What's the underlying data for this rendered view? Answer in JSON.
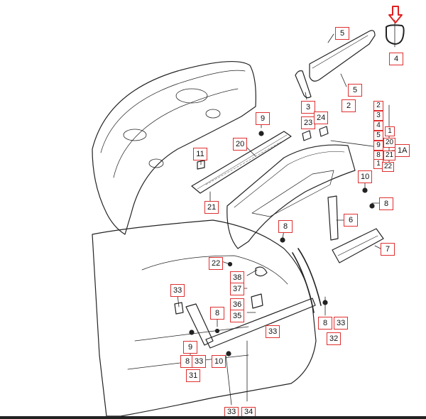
{
  "diagram": {
    "marker_color": "#e02020",
    "callout_border_color": "#e03030",
    "line_color": "#222222",
    "callouts": [
      {
        "id": "c-4",
        "label": "4"
      },
      {
        "id": "c-5a",
        "label": "5"
      },
      {
        "id": "c-5b",
        "label": "5"
      },
      {
        "id": "c-3a",
        "label": "3"
      },
      {
        "id": "c-2a",
        "label": "2"
      },
      {
        "id": "c-9a",
        "label": "9"
      },
      {
        "id": "c-20a",
        "label": "20"
      },
      {
        "id": "c-23",
        "label": "23"
      },
      {
        "id": "c-24",
        "label": "24"
      },
      {
        "id": "c-11a",
        "label": "11"
      },
      {
        "id": "c-21a",
        "label": "21"
      },
      {
        "id": "c-10a",
        "label": "10"
      },
      {
        "id": "c-8a",
        "label": "8"
      },
      {
        "id": "c-6",
        "label": "6"
      },
      {
        "id": "c-7",
        "label": "7"
      },
      {
        "id": "c-8b",
        "label": "8"
      },
      {
        "id": "c-22a",
        "label": "22"
      },
      {
        "id": "c-38",
        "label": "38"
      },
      {
        "id": "c-37",
        "label": "37"
      },
      {
        "id": "c-36",
        "label": "36"
      },
      {
        "id": "c-35",
        "label": "35"
      },
      {
        "id": "c-33a",
        "label": "33"
      },
      {
        "id": "c-8c",
        "label": "8"
      },
      {
        "id": "c-33b",
        "label": "33"
      },
      {
        "id": "c-8d",
        "label": "8"
      },
      {
        "id": "c-33c",
        "label": "33"
      },
      {
        "id": "c-32",
        "label": "32"
      },
      {
        "id": "c-9b",
        "label": "9"
      },
      {
        "id": "c-8e",
        "label": "8"
      },
      {
        "id": "c-33d",
        "label": "33"
      },
      {
        "id": "c-31",
        "label": "31"
      },
      {
        "id": "c-10b",
        "label": "10"
      },
      {
        "id": "c-33e",
        "label": "33"
      },
      {
        "id": "c-34",
        "label": "34"
      },
      {
        "id": "c-1a",
        "label": "1A"
      }
    ],
    "stack_labels": [
      "2",
      "3",
      "4",
      "5",
      "9",
      "8",
      "1",
      "22"
    ],
    "stack_side_labels": [
      "1",
      "20",
      "21"
    ]
  }
}
